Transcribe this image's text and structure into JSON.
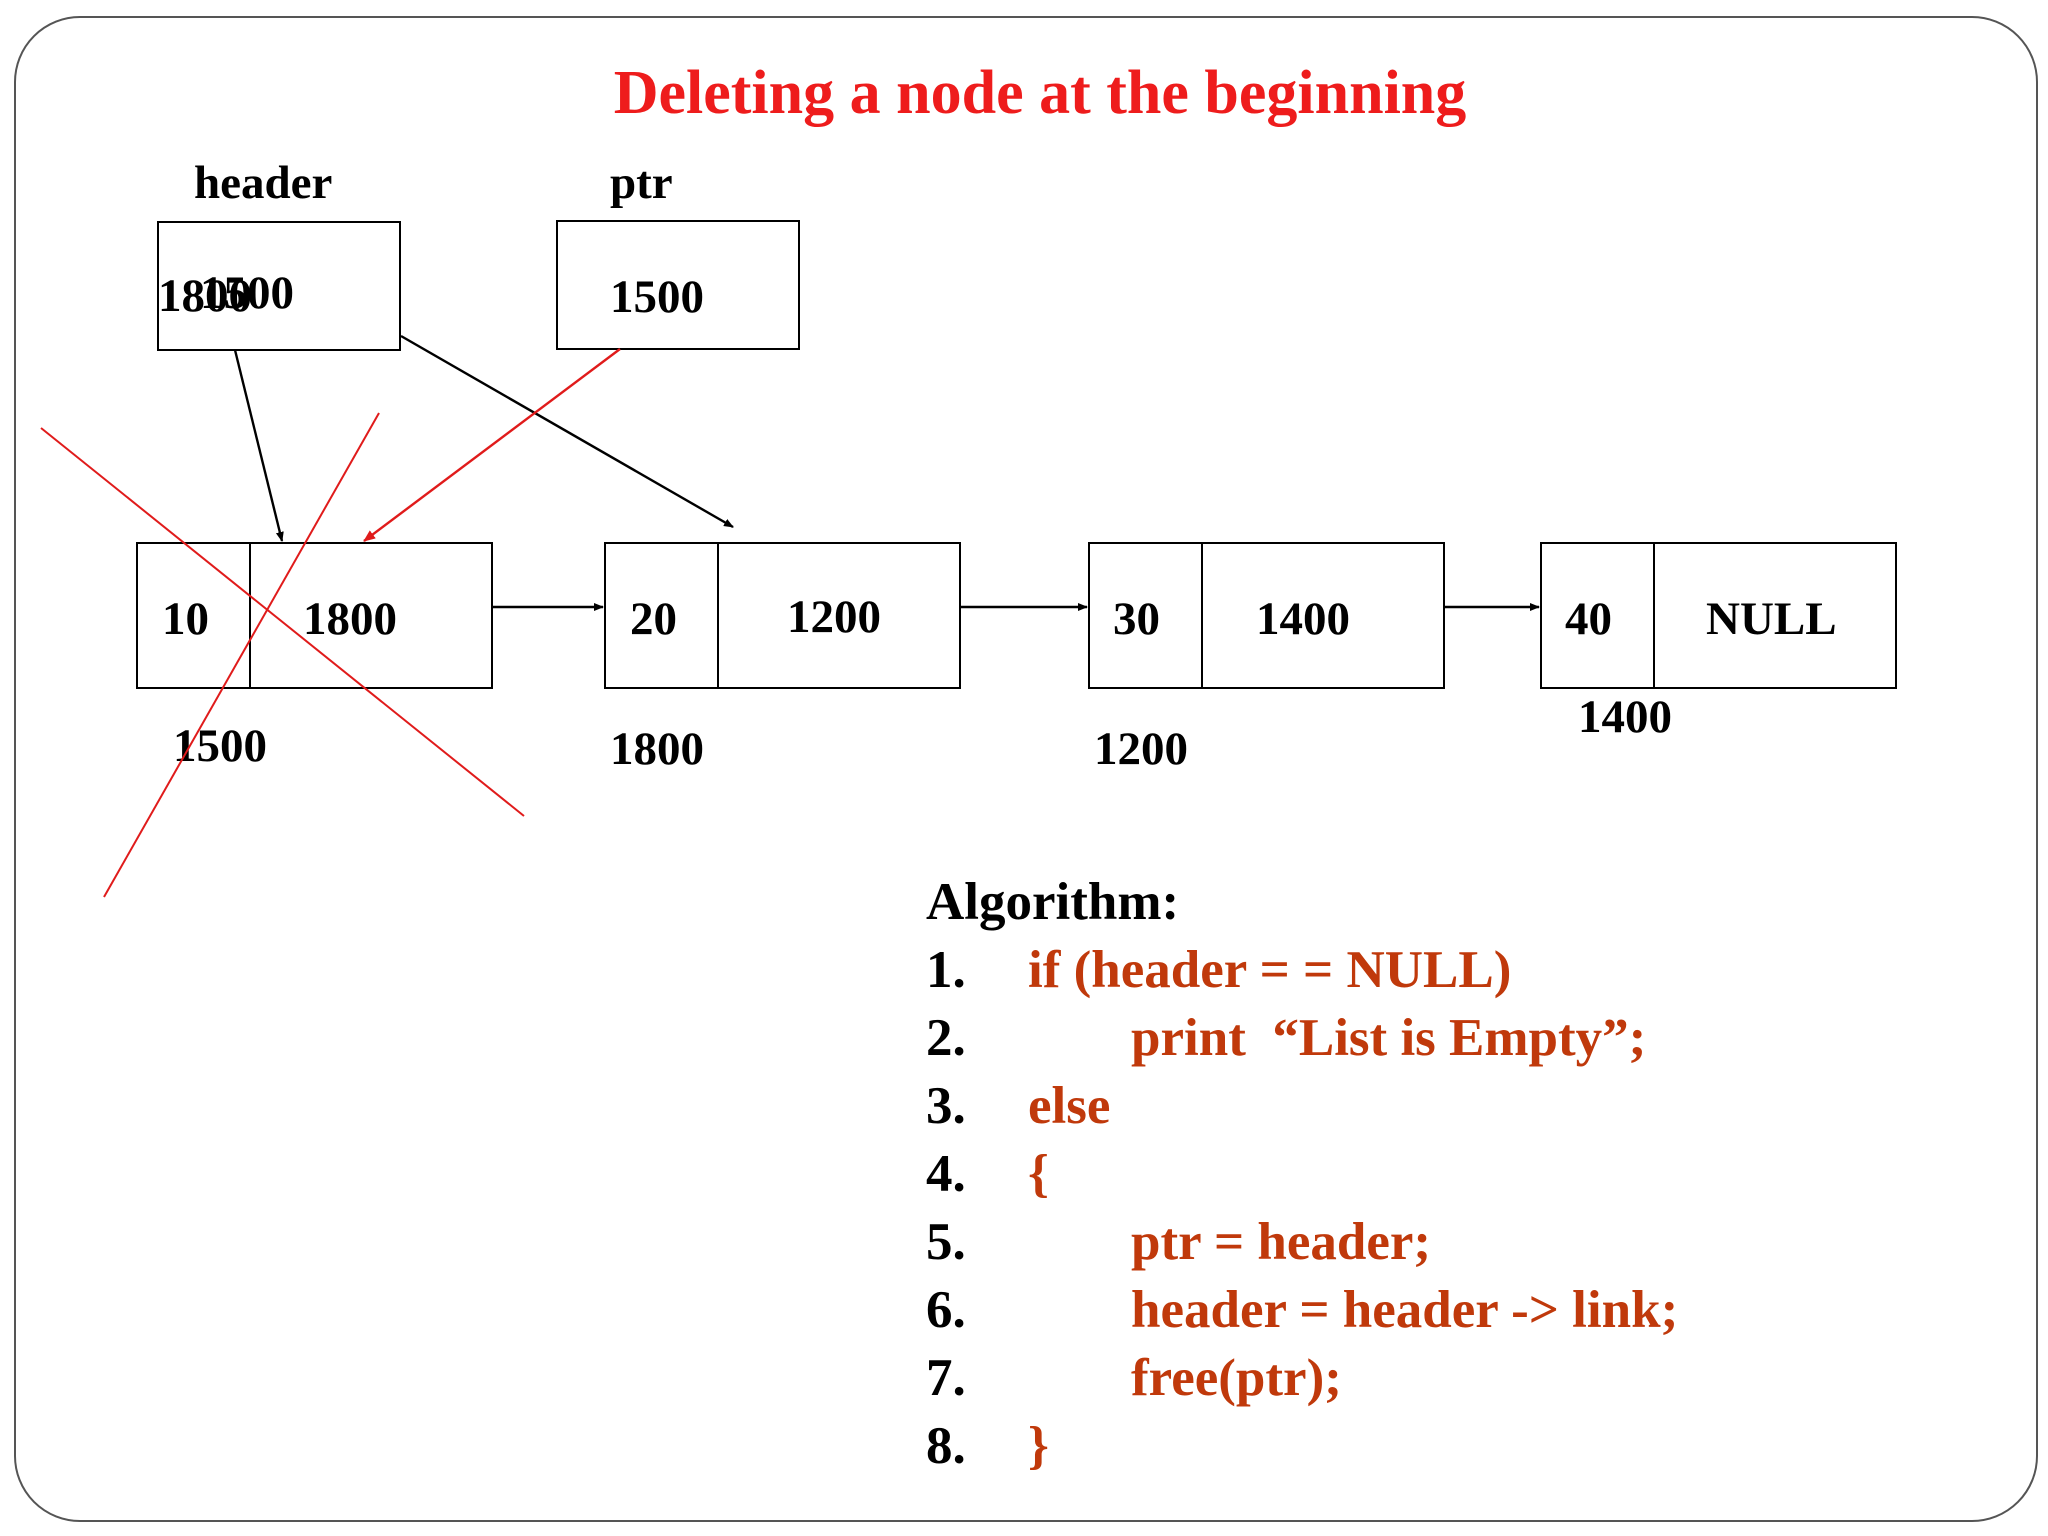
{
  "title": "Deleting a node at the beginning",
  "header_ptr": {
    "label": "header",
    "values": [
      "1800",
      "1500"
    ]
  },
  "ptr_var": {
    "label": "ptr",
    "value": "1500"
  },
  "nodes": [
    {
      "data": "10",
      "link": "1800",
      "address": "1500"
    },
    {
      "data": "20",
      "link": "1200",
      "address": "1800"
    },
    {
      "data": "30",
      "link": "1400",
      "address": "1200"
    },
    {
      "data": "40",
      "link": "NULL",
      "address": "1400"
    }
  ],
  "algorithm": {
    "heading": "Algorithm:",
    "steps": [
      {
        "num": "1.",
        "text": "if (header = = NULL)"
      },
      {
        "num": "2.",
        "text": "print  “List is Empty”;"
      },
      {
        "num": "3.",
        "text": "else"
      },
      {
        "num": "4.",
        "text": "{"
      },
      {
        "num": "5.",
        "text": "ptr = header;"
      },
      {
        "num": "6.",
        "text": "header = header -> link;"
      },
      {
        "num": "7.",
        "text": "free(ptr);"
      },
      {
        "num": "8.",
        "text": "}"
      }
    ]
  },
  "colors": {
    "title": "#ee1c1c",
    "code": "#c0390b",
    "cross": "#e01b1b",
    "arrow": "#000000"
  }
}
